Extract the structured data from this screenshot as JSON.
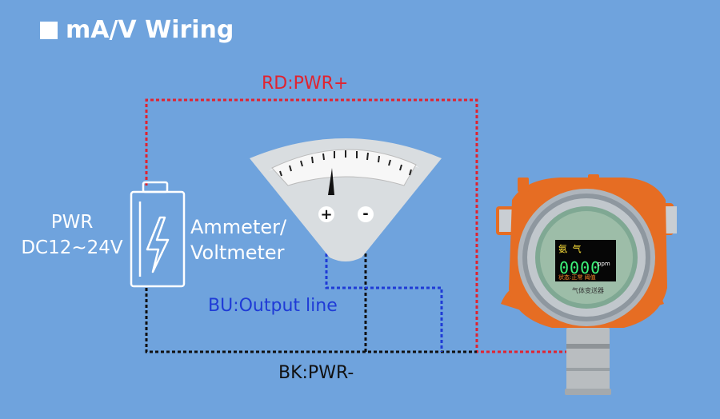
{
  "title": "mA/V Wiring",
  "wires": {
    "red": {
      "label": "RD:PWR+",
      "color": "#e1232f"
    },
    "blue": {
      "label": "BU:Output line",
      "color": "#1f3bd6"
    },
    "black": {
      "label": "BK:PWR-",
      "color": "#111111"
    }
  },
  "power": {
    "line1": "PWR",
    "line2": "DC12~24V"
  },
  "meter": {
    "line1": "Ammeter/",
    "line2": "Voltmeter",
    "plus": "+",
    "minus": "-"
  },
  "device": {
    "screen_gas": "氨  气",
    "screen_value": "0000",
    "screen_unit": "ppm",
    "screen_status": "状态:正常 阈值",
    "caption": "气体变送器"
  }
}
